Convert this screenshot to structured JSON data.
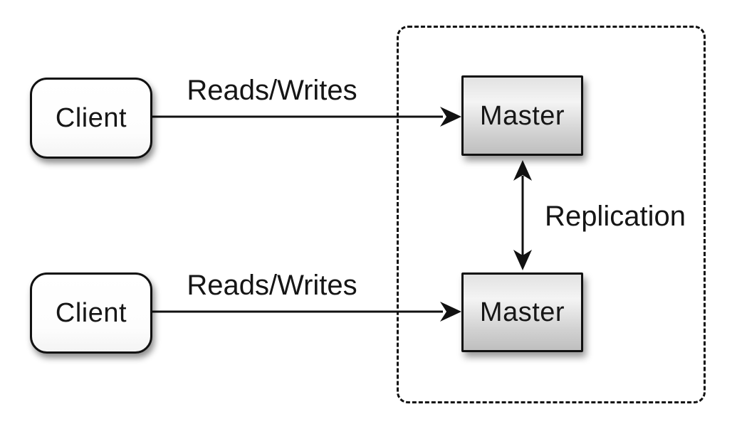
{
  "diagram": {
    "clients": [
      {
        "label": "Client"
      },
      {
        "label": "Client"
      }
    ],
    "masters": [
      {
        "label": "Master"
      },
      {
        "label": "Master"
      }
    ],
    "arrows": {
      "reads_writes_top": {
        "label": "Reads/Writes",
        "from": "client-1",
        "to": "master-1",
        "direction": "right"
      },
      "reads_writes_bottom": {
        "label": "Reads/Writes",
        "from": "client-2",
        "to": "master-2",
        "direction": "right"
      },
      "replication": {
        "label": "Replication",
        "from": "master-1",
        "to": "master-2",
        "direction": "both"
      }
    },
    "colors": {
      "stroke": "#111111",
      "background": "#ffffff",
      "master_gradient_top": "#f4f4f4",
      "master_gradient_bottom": "#bfbfbf",
      "client_fill": "#ffffff"
    }
  }
}
